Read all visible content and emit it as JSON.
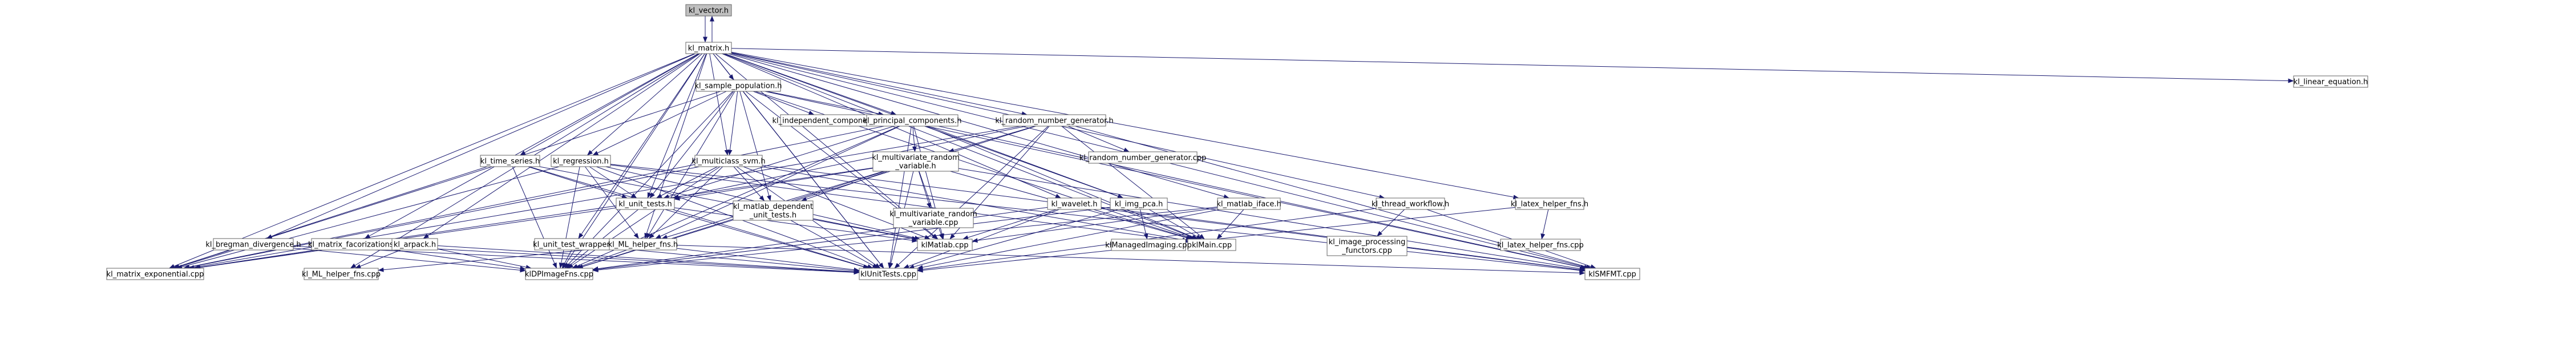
{
  "colors": {
    "node_border": "#666666",
    "node_fill": "#ffffff",
    "root_fill": "#bfbfbf",
    "edge": "#191970"
  },
  "nodes": [
    {
      "id": "kl_vector_h",
      "label": "kl_vector.h",
      "root": true
    },
    {
      "id": "kl_matrix_h",
      "label": "kl_matrix.h"
    },
    {
      "id": "kl_sample_population_h",
      "label": "kl_sample_population.h"
    },
    {
      "id": "kl_linear_equation_h",
      "label": "kl_linear_equation.h"
    },
    {
      "id": "kl_independent_components_h",
      "label": "kl_independent_components.h"
    },
    {
      "id": "kl_principal_components_h",
      "label": "kl_principal_components.h"
    },
    {
      "id": "kl_random_number_generator_h",
      "label": "kl_random_number_generator.h"
    },
    {
      "id": "kl_multivariate_random_variable_h",
      "label": "kl_multivariate_random\n_variable.h"
    },
    {
      "id": "kl_random_number_generator_cpp",
      "label": "kl_random_number_generator.cpp"
    },
    {
      "id": "kl_time_series_h",
      "label": "kl_time_series.h"
    },
    {
      "id": "kl_regression_h",
      "label": "kl_regression.h"
    },
    {
      "id": "kl_multiclass_svm_h",
      "label": "kl_multiclass_svm.h"
    },
    {
      "id": "kl_unit_tests_h",
      "label": "kl_unit_tests.h"
    },
    {
      "id": "kl_matlab_dependent_unit_tests_h",
      "label": "kl_matlab_dependent\n_unit_tests.h"
    },
    {
      "id": "kl_multivariate_random_variable_cpp",
      "label": "kl_multivariate_random\n_variable.cpp"
    },
    {
      "id": "kl_wavelet_h",
      "label": "kl_wavelet.h"
    },
    {
      "id": "kl_img_pca_h",
      "label": "kl_img_pca.h"
    },
    {
      "id": "kl_matlab_iface_h",
      "label": "kl_matlab_iface.h"
    },
    {
      "id": "kl_thread_workflow_h",
      "label": "kl_thread_workflow.h"
    },
    {
      "id": "kl_latex_helper_fns_h",
      "label": "kl_latex_helper_fns.h"
    },
    {
      "id": "kl_bregman_divergence_h",
      "label": "kl_bregman_divergence.h"
    },
    {
      "id": "kl_matrix_facorizations_h",
      "label": "kl_matrix_facorizations.h"
    },
    {
      "id": "kl_arpack_h",
      "label": "kl_arpack.h"
    },
    {
      "id": "kl_unit_test_wrapper_h",
      "label": "kl_unit_test_wrapper.h"
    },
    {
      "id": "kl_ML_helper_fns_h",
      "label": "kl_ML_helper_fns.h"
    },
    {
      "id": "klMatlab_cpp",
      "label": "klMatlab.cpp"
    },
    {
      "id": "klMain_cpp",
      "label": "klMain.cpp"
    },
    {
      "id": "klManagedImaging_cpp",
      "label": "klManagedImaging.cpp"
    },
    {
      "id": "kl_image_processing_functors_cpp",
      "label": "kl_image_processing\n_functors.cpp"
    },
    {
      "id": "kl_latex_helper_fns_cpp",
      "label": "kl_latex_helper_fns.cpp"
    },
    {
      "id": "kl_matrix_exponential_cpp",
      "label": "kl_matrix_exponential.cpp"
    },
    {
      "id": "kl_ML_helper_fns_cpp",
      "label": "kl_ML_helper_fns.cpp"
    },
    {
      "id": "klDPImageFns_cpp",
      "label": "klDPImageFns.cpp"
    },
    {
      "id": "klUnitTests_cpp",
      "label": "klUnitTests.cpp"
    },
    {
      "id": "klSMFMT_cpp",
      "label": "klSMFMT.cpp"
    }
  ],
  "edges": [
    [
      "kl_vector_h",
      "kl_matrix_h"
    ],
    [
      "kl_matrix_h",
      "kl_vector_h"
    ],
    [
      "kl_matrix_h",
      "kl_sample_population_h"
    ],
    [
      "kl_matrix_h",
      "kl_linear_equation_h"
    ],
    [
      "kl_matrix_h",
      "kl_principal_components_h"
    ],
    [
      "kl_matrix_h",
      "kl_random_number_generator_h"
    ],
    [
      "kl_matrix_h",
      "kl_time_series_h"
    ],
    [
      "kl_matrix_h",
      "kl_regression_h"
    ],
    [
      "kl_matrix_h",
      "kl_multiclass_svm_h"
    ],
    [
      "kl_matrix_h",
      "kl_unit_tests_h"
    ],
    [
      "kl_matrix_h",
      "kl_wavelet_h"
    ],
    [
      "kl_matrix_h",
      "kl_img_pca_h"
    ],
    [
      "kl_matrix_h",
      "kl_matlab_iface_h"
    ],
    [
      "kl_matrix_h",
      "kl_thread_workflow_h"
    ],
    [
      "kl_matrix_h",
      "kl_latex_helper_fns_h"
    ],
    [
      "kl_matrix_h",
      "kl_bregman_divergence_h"
    ],
    [
      "kl_matrix_h",
      "kl_matrix_facorizations_h"
    ],
    [
      "kl_matrix_h",
      "kl_arpack_h"
    ],
    [
      "kl_matrix_h",
      "kl_unit_test_wrapper_h"
    ],
    [
      "kl_matrix_h",
      "kl_ML_helper_fns_h"
    ],
    [
      "kl_matrix_h",
      "klMatlab_cpp"
    ],
    [
      "kl_matrix_h",
      "klMain_cpp"
    ],
    [
      "kl_matrix_h",
      "kl_matrix_exponential_cpp"
    ],
    [
      "kl_matrix_h",
      "kl_ML_helper_fns_cpp"
    ],
    [
      "kl_matrix_h",
      "klDPImageFns_cpp"
    ],
    [
      "kl_matrix_h",
      "klUnitTests_cpp"
    ],
    [
      "kl_matrix_h",
      "klSMFMT_cpp"
    ],
    [
      "kl_sample_population_h",
      "kl_independent_components_h"
    ],
    [
      "kl_sample_population_h",
      "kl_principal_components_h"
    ],
    [
      "kl_sample_population_h",
      "kl_regression_h"
    ],
    [
      "kl_sample_population_h",
      "kl_multiclass_svm_h"
    ],
    [
      "kl_sample_population_h",
      "kl_unit_tests_h"
    ],
    [
      "kl_sample_population_h",
      "kl_matlab_dependent_unit_tests_h"
    ],
    [
      "kl_sample_population_h",
      "kl_ML_helper_fns_h"
    ],
    [
      "kl_sample_population_h",
      "klMatlab_cpp"
    ],
    [
      "kl_sample_population_h",
      "klMain_cpp"
    ],
    [
      "kl_sample_population_h",
      "kl_matrix_exponential_cpp"
    ],
    [
      "kl_sample_population_h",
      "klDPImageFns_cpp"
    ],
    [
      "kl_sample_population_h",
      "klUnitTests_cpp"
    ],
    [
      "kl_sample_population_h",
      "klSMFMT_cpp"
    ],
    [
      "kl_principal_components_h",
      "kl_multivariate_random_variable_h"
    ],
    [
      "kl_principal_components_h",
      "kl_img_pca_h"
    ],
    [
      "kl_principal_components_h",
      "kl_unit_tests_h"
    ],
    [
      "kl_principal_components_h",
      "kl_ML_helper_fns_h"
    ],
    [
      "kl_principal_components_h",
      "klMatlab_cpp"
    ],
    [
      "kl_principal_components_h",
      "klMain_cpp"
    ],
    [
      "kl_principal_components_h",
      "kl_matrix_exponential_cpp"
    ],
    [
      "kl_principal_components_h",
      "klDPImageFns_cpp"
    ],
    [
      "kl_principal_components_h",
      "klUnitTests_cpp"
    ],
    [
      "kl_principal_components_h",
      "klSMFMT_cpp"
    ],
    [
      "kl_random_number_generator_h",
      "kl_multivariate_random_variable_h"
    ],
    [
      "kl_random_number_generator_h",
      "kl_random_number_generator_cpp"
    ],
    [
      "kl_random_number_generator_h",
      "kl_unit_tests_h"
    ],
    [
      "kl_random_number_generator_h",
      "klMatlab_cpp"
    ],
    [
      "kl_random_number_generator_h",
      "klMain_cpp"
    ],
    [
      "kl_random_number_generator_h",
      "kl_matrix_exponential_cpp"
    ],
    [
      "kl_random_number_generator_h",
      "klDPImageFns_cpp"
    ],
    [
      "kl_random_number_generator_h",
      "klUnitTests_cpp"
    ],
    [
      "kl_random_number_generator_h",
      "klSMFMT_cpp"
    ],
    [
      "kl_multivariate_random_variable_h",
      "kl_multivariate_random_variable_cpp"
    ],
    [
      "kl_multivariate_random_variable_h",
      "kl_matlab_dependent_unit_tests_h"
    ],
    [
      "kl_multivariate_random_variable_h",
      "kl_unit_tests_h"
    ],
    [
      "kl_multivariate_random_variable_h",
      "kl_ML_helper_fns_h"
    ],
    [
      "kl_multivariate_random_variable_h",
      "klMatlab_cpp"
    ],
    [
      "kl_multivariate_random_variable_h",
      "klMain_cpp"
    ],
    [
      "kl_multivariate_random_variable_h",
      "kl_matrix_exponential_cpp"
    ],
    [
      "kl_multivariate_random_variable_h",
      "klDPImageFns_cpp"
    ],
    [
      "kl_multivariate_random_variable_h",
      "klUnitTests_cpp"
    ],
    [
      "kl_multivariate_random_variable_h",
      "klSMFMT_cpp"
    ],
    [
      "kl_time_series_h",
      "kl_unit_tests_h"
    ],
    [
      "kl_time_series_h",
      "klMatlab_cpp"
    ],
    [
      "kl_time_series_h",
      "kl_matrix_exponential_cpp"
    ],
    [
      "kl_time_series_h",
      "klDPImageFns_cpp"
    ],
    [
      "kl_time_series_h",
      "klUnitTests_cpp"
    ],
    [
      "kl_regression_h",
      "kl_unit_tests_h"
    ],
    [
      "kl_regression_h",
      "kl_ML_helper_fns_h"
    ],
    [
      "kl_regression_h",
      "klMatlab_cpp"
    ],
    [
      "kl_regression_h",
      "klMain_cpp"
    ],
    [
      "kl_regression_h",
      "kl_matrix_exponential_cpp"
    ],
    [
      "kl_regression_h",
      "klDPImageFns_cpp"
    ],
    [
      "kl_regression_h",
      "klUnitTests_cpp"
    ],
    [
      "kl_regression_h",
      "klSMFMT_cpp"
    ],
    [
      "kl_multiclass_svm_h",
      "kl_unit_tests_h"
    ],
    [
      "kl_multiclass_svm_h",
      "kl_matlab_dependent_unit_tests_h"
    ],
    [
      "kl_multiclass_svm_h",
      "kl_ML_helper_fns_h"
    ],
    [
      "kl_multiclass_svm_h",
      "klMatlab_cpp"
    ],
    [
      "kl_multiclass_svm_h",
      "klMain_cpp"
    ],
    [
      "kl_multiclass_svm_h",
      "kl_matrix_exponential_cpp"
    ],
    [
      "kl_multiclass_svm_h",
      "klDPImageFns_cpp"
    ],
    [
      "kl_multiclass_svm_h",
      "klUnitTests_cpp"
    ],
    [
      "kl_multiclass_svm_h",
      "klSMFMT_cpp"
    ],
    [
      "kl_unit_tests_h",
      "klMatlab_cpp"
    ],
    [
      "kl_unit_tests_h",
      "kl_matrix_exponential_cpp"
    ],
    [
      "kl_unit_tests_h",
      "klDPImageFns_cpp"
    ],
    [
      "kl_unit_tests_h",
      "klUnitTests_cpp"
    ],
    [
      "kl_matlab_dependent_unit_tests_h",
      "klMatlab_cpp"
    ],
    [
      "kl_matlab_dependent_unit_tests_h",
      "klUnitTests_cpp"
    ],
    [
      "kl_wavelet_h",
      "klMatlab_cpp"
    ],
    [
      "kl_wavelet_h",
      "klMain_cpp"
    ],
    [
      "kl_wavelet_h",
      "klDPImageFns_cpp"
    ],
    [
      "kl_wavelet_h",
      "klUnitTests_cpp"
    ],
    [
      "kl_wavelet_h",
      "klSMFMT_cpp"
    ],
    [
      "kl_img_pca_h",
      "klMain_cpp"
    ],
    [
      "kl_img_pca_h",
      "klManagedImaging_cpp"
    ],
    [
      "kl_img_pca_h",
      "klDPImageFns_cpp"
    ],
    [
      "kl_img_pca_h",
      "klUnitTests_cpp"
    ],
    [
      "kl_matlab_iface_h",
      "klMatlab_cpp"
    ],
    [
      "kl_matlab_iface_h",
      "klMain_cpp"
    ],
    [
      "kl_matlab_iface_h",
      "klDPImageFns_cpp"
    ],
    [
      "kl_matlab_iface_h",
      "klUnitTests_cpp"
    ],
    [
      "kl_thread_workflow_h",
      "kl_image_processing_functors_cpp"
    ],
    [
      "kl_thread_workflow_h",
      "klUnitTests_cpp"
    ],
    [
      "kl_thread_workflow_h",
      "klSMFMT_cpp"
    ],
    [
      "kl_latex_helper_fns_h",
      "kl_latex_helper_fns_cpp"
    ],
    [
      "kl_latex_helper_fns_h",
      "klUnitTests_cpp"
    ],
    [
      "kl_bregman_divergence_h",
      "kl_matrix_exponential_cpp"
    ],
    [
      "kl_bregman_divergence_h",
      "klDPImageFns_cpp"
    ],
    [
      "kl_bregman_divergence_h",
      "klUnitTests_cpp"
    ],
    [
      "kl_matrix_facorizations_h",
      "kl_matrix_exponential_cpp"
    ],
    [
      "kl_matrix_facorizations_h",
      "klDPImageFns_cpp"
    ],
    [
      "kl_matrix_facorizations_h",
      "klUnitTests_cpp"
    ],
    [
      "kl_arpack_h",
      "kl_ML_helper_fns_cpp"
    ],
    [
      "kl_arpack_h",
      "klDPImageFns_cpp"
    ],
    [
      "kl_arpack_h",
      "klUnitTests_cpp"
    ],
    [
      "kl_unit_test_wrapper_h",
      "klDPImageFns_cpp"
    ],
    [
      "kl_unit_test_wrapper_h",
      "klUnitTests_cpp"
    ],
    [
      "kl_ML_helper_fns_h",
      "kl_ML_helper_fns_cpp"
    ],
    [
      "kl_ML_helper_fns_h",
      "klDPImageFns_cpp"
    ],
    [
      "kl_ML_helper_fns_h",
      "klUnitTests_cpp"
    ],
    [
      "kl_ML_helper_fns_h",
      "klSMFMT_cpp"
    ]
  ]
}
